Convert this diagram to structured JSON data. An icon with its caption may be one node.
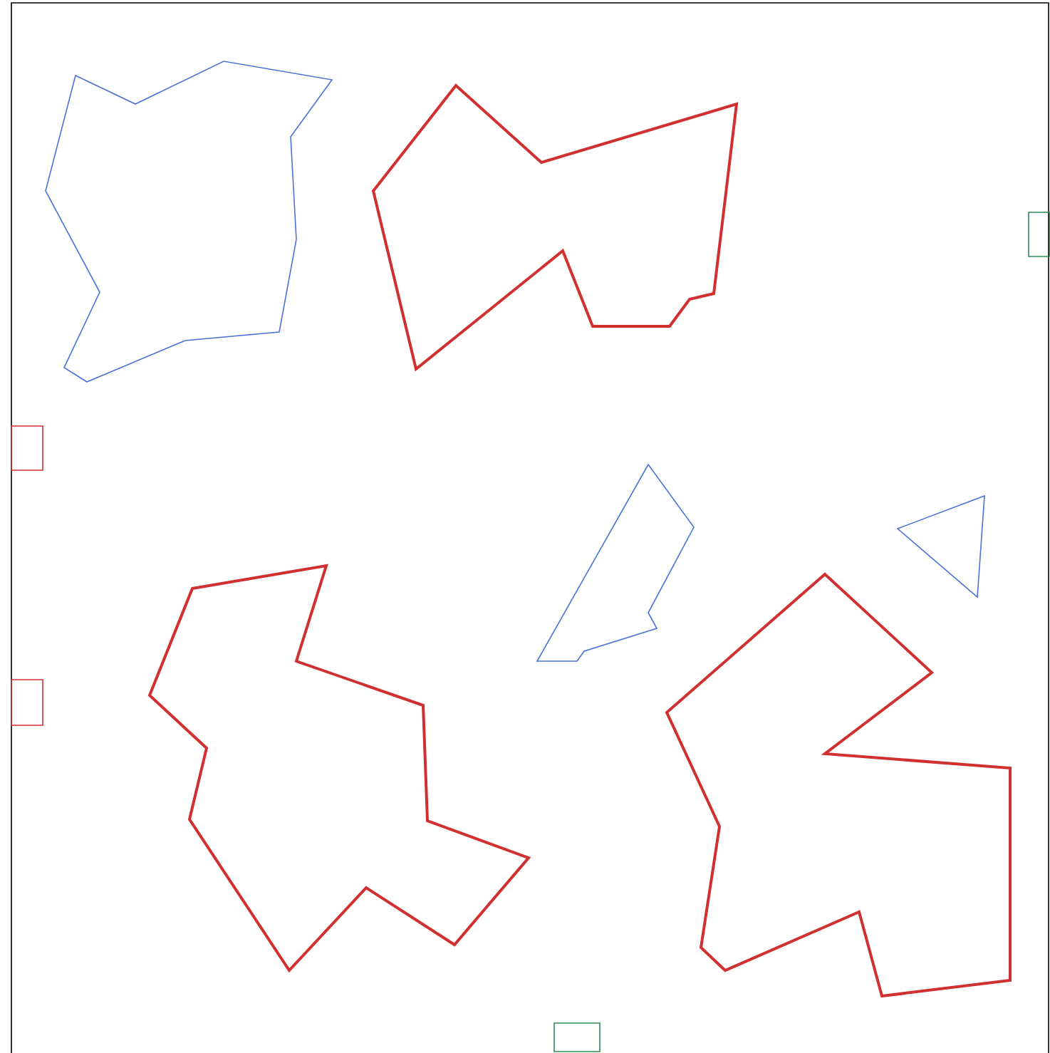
{
  "diagram": {
    "nodes": [
      {
        "text": [],
        "shape": "polygon"
      },
      {
        "text": [],
        "shape": "polygon"
      },
      {
        "text": [],
        "shape": "box"
      },
      {
        "text": [],
        "shape": "box"
      },
      {
        "text": [],
        "shape": "polygon"
      },
      {
        "text": [],
        "shape": "triangle"
      },
      {
        "text": [],
        "shape": "polygon"
      },
      {
        "text": [],
        "shape": "polygon"
      },
      {
        "text": [],
        "shape": "box"
      },
      {
        "text": [],
        "shape": "box"
      }
    ]
  }
}
